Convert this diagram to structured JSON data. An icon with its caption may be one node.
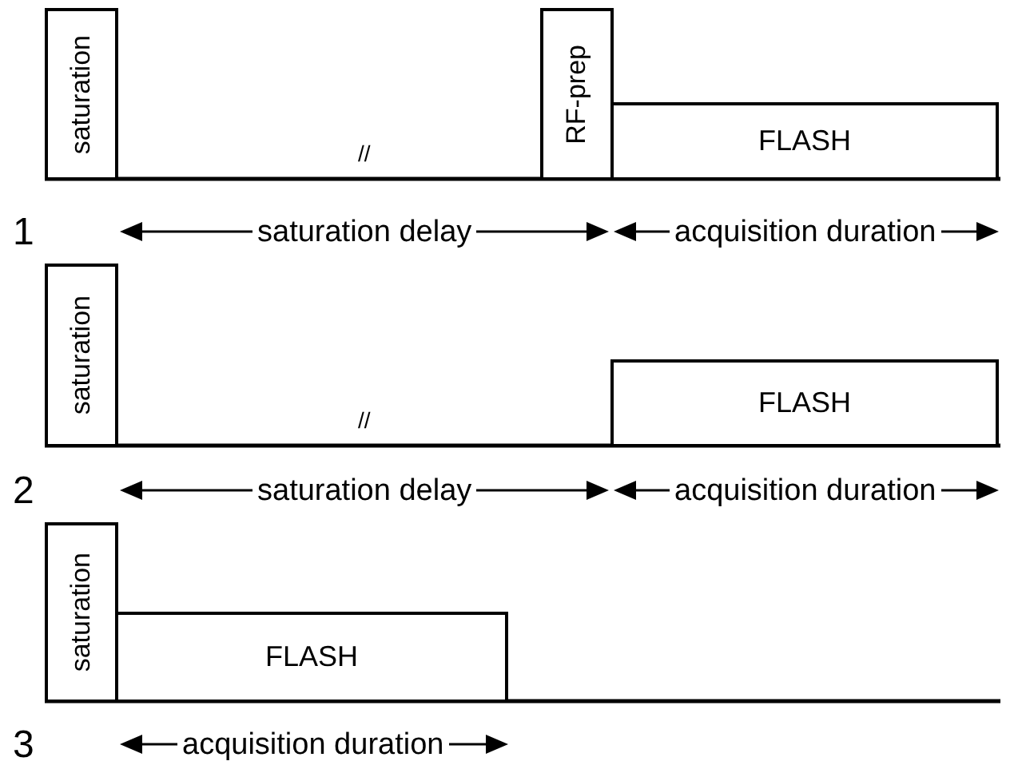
{
  "diagram": {
    "nodes": [
      {
        "text": [
          "saturation"
        ]
      },
      {
        "text": [
          "RF-prep"
        ]
      },
      {
        "text": [
          "FLASH"
        ]
      },
      {
        "text": [
          "saturation"
        ]
      },
      {
        "text": [
          "FLASH"
        ]
      },
      {
        "text": [
          "saturation"
        ]
      },
      {
        "text": [
          "FLASH"
        ]
      }
    ],
    "edges": [],
    "labels": [
      "//",
      "1",
      "saturation delay",
      "acquisition duration",
      "//",
      "2",
      "saturation delay",
      "acquisition duration",
      "3",
      "acquisition duration"
    ]
  }
}
